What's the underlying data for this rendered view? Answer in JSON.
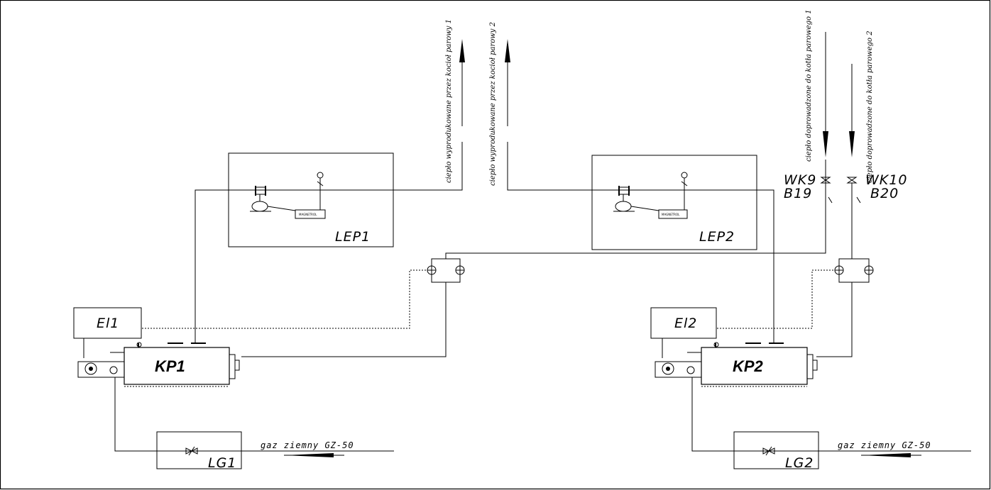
{
  "diagram": {
    "boilers": {
      "kp1": "KP1",
      "kp2": "KP2"
    },
    "control_units": {
      "el1": "El1",
      "el2": "El2"
    },
    "heat_exchangers": {
      "lep1": "LEP1",
      "lep2": "LEP2"
    },
    "gas_lines": {
      "lg1": "LG1",
      "lg2": "LG2",
      "label": "gaz  ziemny  GZ-50"
    },
    "valves": {
      "wk9": "WK9",
      "b19": "B19",
      "wk10": "WK10",
      "b20": "B20"
    },
    "pipe_labels": {
      "recovered_1": "ciepło wyprodukowane przez kocioł parowy 1",
      "recovered_2": "ciepło wyprodukowane przez kocioł parowy 2",
      "supplied_1": "ciepło doprowadzone do kotła parowego 1",
      "supplied_2": "ciepło doprowadzone do kotła parowego 2"
    },
    "controller_label": "MAGNETROL",
    "colors": {
      "line": "#000000",
      "background": "#ffffff"
    }
  }
}
